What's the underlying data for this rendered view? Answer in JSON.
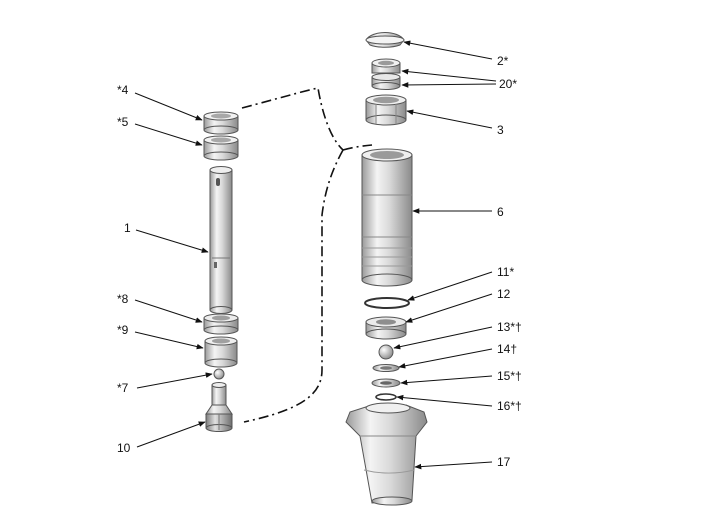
{
  "callouts": {
    "c2": "2*",
    "c20": "20*",
    "c3": "3",
    "c6": "6",
    "c11": "11*",
    "c12": "12",
    "c13": "13*†",
    "c14": "14†",
    "c15": "15*†",
    "c16": "16*†",
    "c17": "17",
    "c4": "*4",
    "c5": "*5",
    "c1": "1",
    "c8": "*8",
    "c9": "*9",
    "c7": "*7",
    "c10": "10"
  }
}
